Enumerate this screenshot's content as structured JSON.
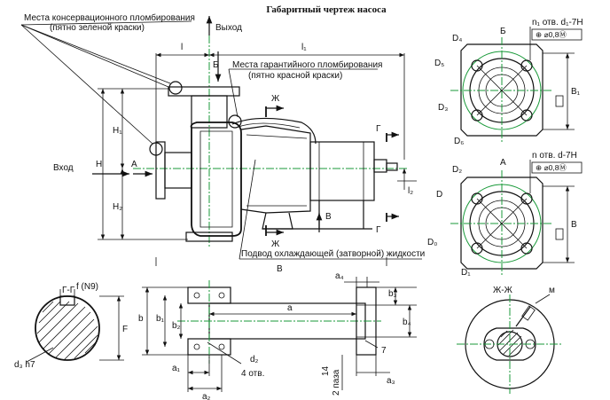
{
  "title": "Габаритный чертеж насоса",
  "labels": {
    "conservation_seal": "Места консервационного пломбирования",
    "conservation_seal_note": "(пятно зеленой краски)",
    "warranty_seal": "Места гарантийного пломбирования",
    "warranty_seal_note": "(пятно красной краски)",
    "outlet": "Выход",
    "inlet": "Вход",
    "coolant_supply": "Подвод охлаждающей (затворной) жидкости"
  },
  "dims": {
    "l": "l",
    "l1": "l₁",
    "l2": "l₂",
    "H": "H",
    "H1": "H₁",
    "H2": "H₂",
    "B": "B",
    "a": "a",
    "a1": "a₁",
    "a2": "a₂",
    "a3": "a₃",
    "a4": "a₄",
    "b": "b",
    "b1": "b₁",
    "b2": "b₂",
    "b3": "b₃",
    "b4": "b₄",
    "F": "F",
    "f": "f (N9)",
    "d3": "d₃ h7",
    "d2": "d₂",
    "holes4": "4 отв.",
    "dim14": "14",
    "grooves": "2 паза",
    "seven": "7"
  },
  "views": {
    "A": "А",
    "B": "Б",
    "V": "В",
    "G": "Г",
    "Zh": "Ж",
    "GG": "Г-Г",
    "ZhZh": "Ж-Ж",
    "M": "м"
  },
  "flange_b": {
    "holes": "n₁ отв. d₁-7H",
    "tol": "⊕ ⌀0,8Ⓜ",
    "D4": "D₄",
    "D5": "D₅",
    "D3": "D₃",
    "D6": "D₆",
    "B1": "B₁"
  },
  "flange_a": {
    "holes": "n отв. d-7H",
    "tol": "⊕ ⌀0,8Ⓜ",
    "D2": "D₂",
    "D": "D",
    "D0": "D₀",
    "D1": "D₁",
    "B": "B"
  },
  "colors": {
    "line": "#111111",
    "centerline": "#1a9a3a"
  }
}
